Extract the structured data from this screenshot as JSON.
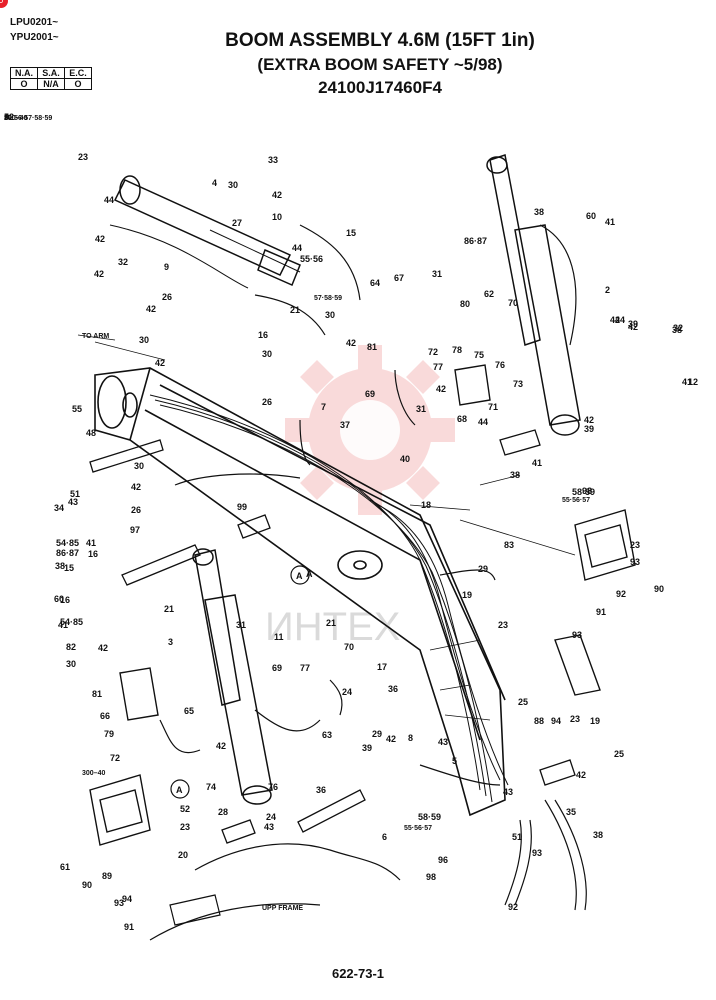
{
  "header": {
    "serial_1": "LPU0201~",
    "serial_2": "YPU2001~",
    "title_line_1": "BOOM ASSEMBLY 4.6M (15FT 1in)",
    "title_line_2": "(EXTRA BOOM SAFETY ~5/98)",
    "part_number": "24100J17460F4",
    "badge": "0"
  },
  "status_table": {
    "headers": [
      "N.A.",
      "S.A.",
      "E.C."
    ],
    "values": [
      "O",
      "N/A",
      "O"
    ]
  },
  "watermark": "ИНТЕХ",
  "annotations": {
    "to_arm": "TO ARM",
    "upp_frame": "UPP FRAME",
    "marker_a": "A"
  },
  "callouts": [
    "23",
    "4",
    "30",
    "33",
    "42",
    "44",
    "10",
    "27",
    "42",
    "32",
    "42",
    "15",
    "9",
    "44",
    "55·56",
    "57·58·59",
    "21",
    "16",
    "26",
    "42",
    "30",
    "31",
    "67",
    "64",
    "80",
    "62",
    "70",
    "30",
    "42",
    "81",
    "72",
    "77",
    "78",
    "75",
    "69",
    "31",
    "42",
    "68",
    "44",
    "71",
    "76",
    "73",
    "42",
    "39",
    "38",
    "41",
    "55",
    "42",
    "30",
    "26",
    "7",
    "37",
    "48",
    "40",
    "18",
    "34",
    "43",
    "51",
    "30",
    "42",
    "26",
    "99",
    "97",
    "54·85",
    "86·87",
    "38",
    "60",
    "41",
    "A",
    "21",
    "83",
    "19",
    "21",
    "3",
    "31",
    "11",
    "70",
    "82",
    "30",
    "42",
    "81",
    "66",
    "65",
    "79",
    "72",
    "69",
    "77",
    "42",
    "39",
    "63",
    "74",
    "76",
    "23",
    "17",
    "24",
    "36",
    "43",
    "25",
    "29",
    "42",
    "8",
    "5",
    "24",
    "43",
    "36",
    "28",
    "6",
    "55·56·57",
    "58·59",
    "96",
    "98",
    "51",
    "43",
    "35",
    "300–40",
    "52",
    "23",
    "20",
    "61",
    "89",
    "90",
    "93",
    "94",
    "91",
    "92",
    "93",
    "38",
    "41",
    "16",
    "15",
    "16",
    "54·85",
    "86·87",
    "38",
    "60",
    "41",
    "2",
    "44",
    "42",
    "32",
    "12",
    "42",
    "39",
    "38",
    "41",
    "55·56·57",
    "58·59",
    "98",
    "23",
    "93",
    "91",
    "92",
    "90",
    "93",
    "88",
    "94",
    "23",
    "19",
    "25",
    "42",
    "29",
    "55·56·57·58·59",
    "52",
    "300–40",
    "A"
  ],
  "footer": {
    "page_number": "622-73-1"
  }
}
